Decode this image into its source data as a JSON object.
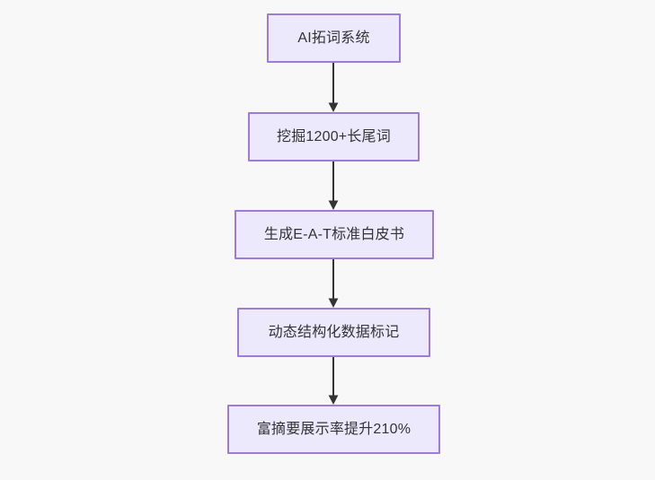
{
  "diagram": {
    "type": "flowchart",
    "direction": "top-to-bottom",
    "background_color": "#f8f8f8",
    "node_fill_color": "#ece9fc",
    "node_border_color": "#9d7bd8",
    "node_text_color": "#333333",
    "connector_color": "#333333",
    "nodes": [
      {
        "id": "node-0",
        "label": "AI拓词系统"
      },
      {
        "id": "node-1",
        "label": "挖掘1200+长尾词"
      },
      {
        "id": "node-2",
        "label": "生成E-A-T标准白皮书"
      },
      {
        "id": "node-3",
        "label": "动态结构化数据标记"
      },
      {
        "id": "node-4",
        "label": "富摘要展示率提升210%"
      }
    ],
    "edges": [
      {
        "id": "connector-0",
        "from": "node-0",
        "to": "node-1",
        "arrow": "arrow-down-icon",
        "label": ""
      },
      {
        "id": "connector-1",
        "from": "node-1",
        "to": "node-2",
        "arrow": "arrow-down-icon",
        "label": ""
      },
      {
        "id": "connector-2",
        "from": "node-2",
        "to": "node-3",
        "arrow": "arrow-down-icon",
        "label": ""
      },
      {
        "id": "connector-3",
        "from": "node-3",
        "to": "node-4",
        "arrow": "arrow-down-icon",
        "label": ""
      }
    ]
  }
}
